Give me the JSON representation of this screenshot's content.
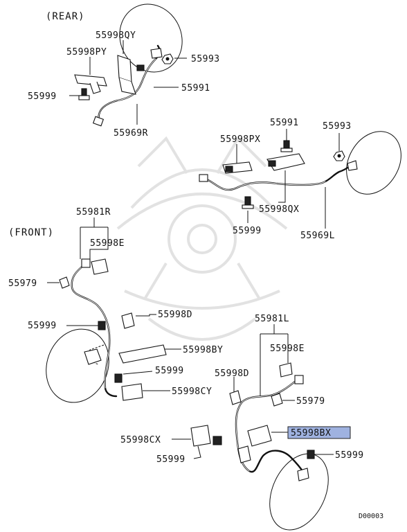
{
  "sections": {
    "rear": "(REAR)",
    "front": "(FRONT)"
  },
  "diagram_code": "D00003",
  "highlight_color": "#9fb2e0",
  "labels": {
    "p55998QY": "55998QY",
    "p55998PY": "55998PY",
    "p55993_rear": "55993",
    "p55999_rear": "55999",
    "p55991_rear": "55991",
    "p55969R": "55969R",
    "p55991_mid": "55991",
    "p55993_mid": "55993",
    "p55998PX": "55998PX",
    "p55998QX": "55998QX",
    "p55999_mid": "55999",
    "p55969L": "55969L",
    "p55981R": "55981R",
    "p55998E_left": "55998E",
    "p55979_left": "55979",
    "p55999_front_left": "55999",
    "p55998D_left": "55998D",
    "p55998BY": "55998BY",
    "p55999_front_left2": "55999",
    "p55998CY": "55998CY",
    "p55981L": "55981L",
    "p55998E_right": "55998E",
    "p55998D_right": "55998D",
    "p55979_right": "55979",
    "p55998BX": "55998BX",
    "p55998CX": "55998CX",
    "p55999_front_right": "55999",
    "p55999_front_right2": "55999"
  }
}
